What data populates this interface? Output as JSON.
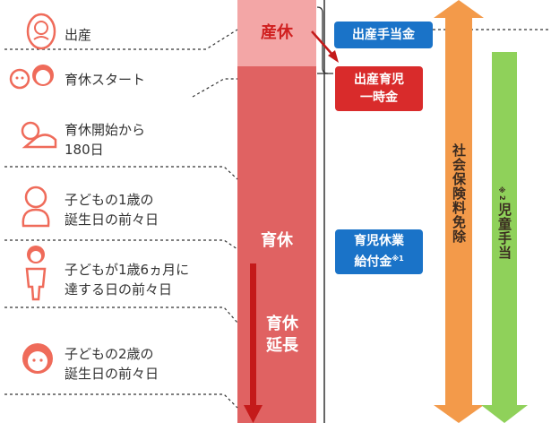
{
  "stages": [
    {
      "label": "出産",
      "icon": "newborn-icon"
    },
    {
      "label": "育休スタート",
      "icon": "parents-baby-icon"
    },
    {
      "label": "育休開始から\n180日",
      "icon": "crawling-baby-icon"
    },
    {
      "label": "子どもの1歳の\n誕生日の前々日",
      "icon": "sitting-baby-icon"
    },
    {
      "label": "子どもが1歳6ヵ月に\n達する日の前々日",
      "icon": "standing-toddler-icon"
    },
    {
      "label": "子どもの2歳の\n誕生日の前々日",
      "icon": "child-face-icon"
    }
  ],
  "leave_column": {
    "maternity_label": "産休",
    "childcare_label": "育休",
    "extension_label_1": "育休",
    "extension_label_2": "延長"
  },
  "benefits": {
    "childbirth_allowance": "出産手当金",
    "lump_sum_1": "出産育児",
    "lump_sum_2": "一時金",
    "childcare_benefit_1": "育児休業",
    "childcare_benefit_2": "給付金",
    "childcare_benefit_note": "※1",
    "insurance_exemption": "社会保険料免除",
    "child_allowance_note": "※2",
    "child_allowance": "児童手当"
  },
  "colors": {
    "maternity_band": "#f3a6a6",
    "childcare_band": "#e06262",
    "extension_arrow": "#c41a1a",
    "blue_box": "#1a73c8",
    "red_box": "#d92b2b",
    "orange_arrow": "#f39a4a",
    "green_arrow": "#8fd15a",
    "icon_color": "#ef6b5a"
  }
}
